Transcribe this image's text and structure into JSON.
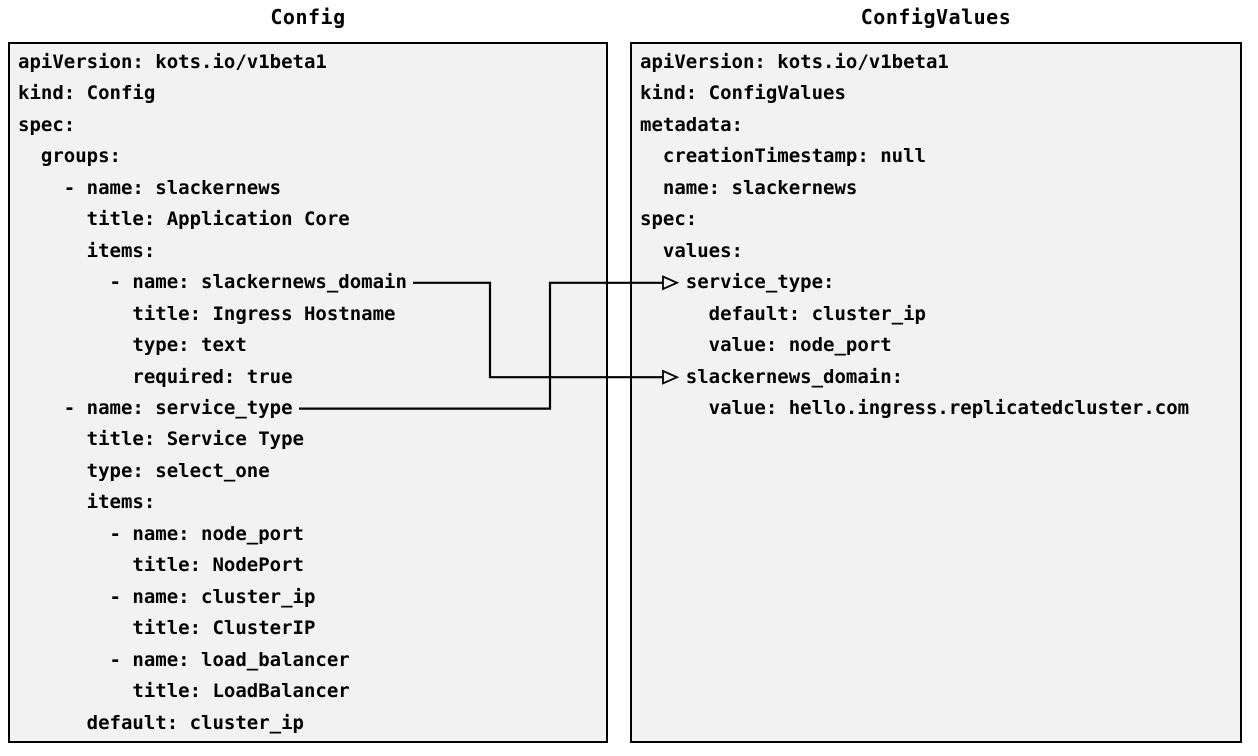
{
  "left_panel": {
    "title": "Config",
    "code": "apiVersion: kots.io/v1beta1\nkind: Config\nspec:\n  groups:\n    - name: slackernews\n      title: Application Core\n      items:\n        - name: slackernews_domain\n          title: Ingress Hostname\n          type: text\n          required: true\n    - name: service_type\n      title: Service Type\n      type: select_one\n      items:\n        - name: node_port\n          title: NodePort\n        - name: cluster_ip\n          title: ClusterIP\n        - name: load_balancer\n          title: LoadBalancer\n      default: cluster_ip"
  },
  "right_panel": {
    "title": "ConfigValues",
    "code": "apiVersion: kots.io/v1beta1\nkind: ConfigValues\nmetadata:\n  creationTimestamp: null\n  name: slackernews\nspec:\n  values:\n    service_type:\n      default: cluster_ip\n      value: node_port\n    slackernews_domain:\n      value: hello.ingress.replicatedcluster.com"
  },
  "connections": [
    {
      "from": "Config spec.groups[0].items[0] name: slackernews_domain",
      "to": "ConfigValues spec.values.slackernews_domain"
    },
    {
      "from": "Config spec.groups[1] name: service_type",
      "to": "ConfigValues spec.values.service_type"
    }
  ],
  "colors": {
    "panel_fill": "#f2f2f2",
    "panel_border": "#000000",
    "text": "#000000",
    "arrow": "#000000"
  }
}
